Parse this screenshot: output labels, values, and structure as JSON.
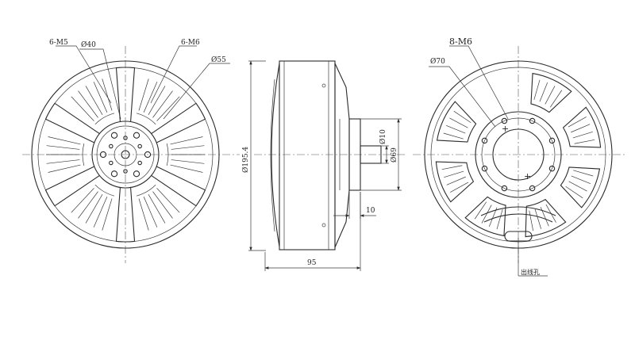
{
  "labels": {
    "front": {
      "holes_m5": "6-M5",
      "dia_40": "Ø40",
      "holes_m6": "6-M6",
      "dia_55": "Ø55"
    },
    "side": {
      "dia_195": "Ø195.4",
      "dia_10": "Ø10",
      "dia_69": "Ø69",
      "dim_10": "10",
      "dim_95": "95"
    },
    "back": {
      "holes_m6": "8-M6",
      "dia_70": "Ø70",
      "wire_hole": "出线孔"
    }
  }
}
